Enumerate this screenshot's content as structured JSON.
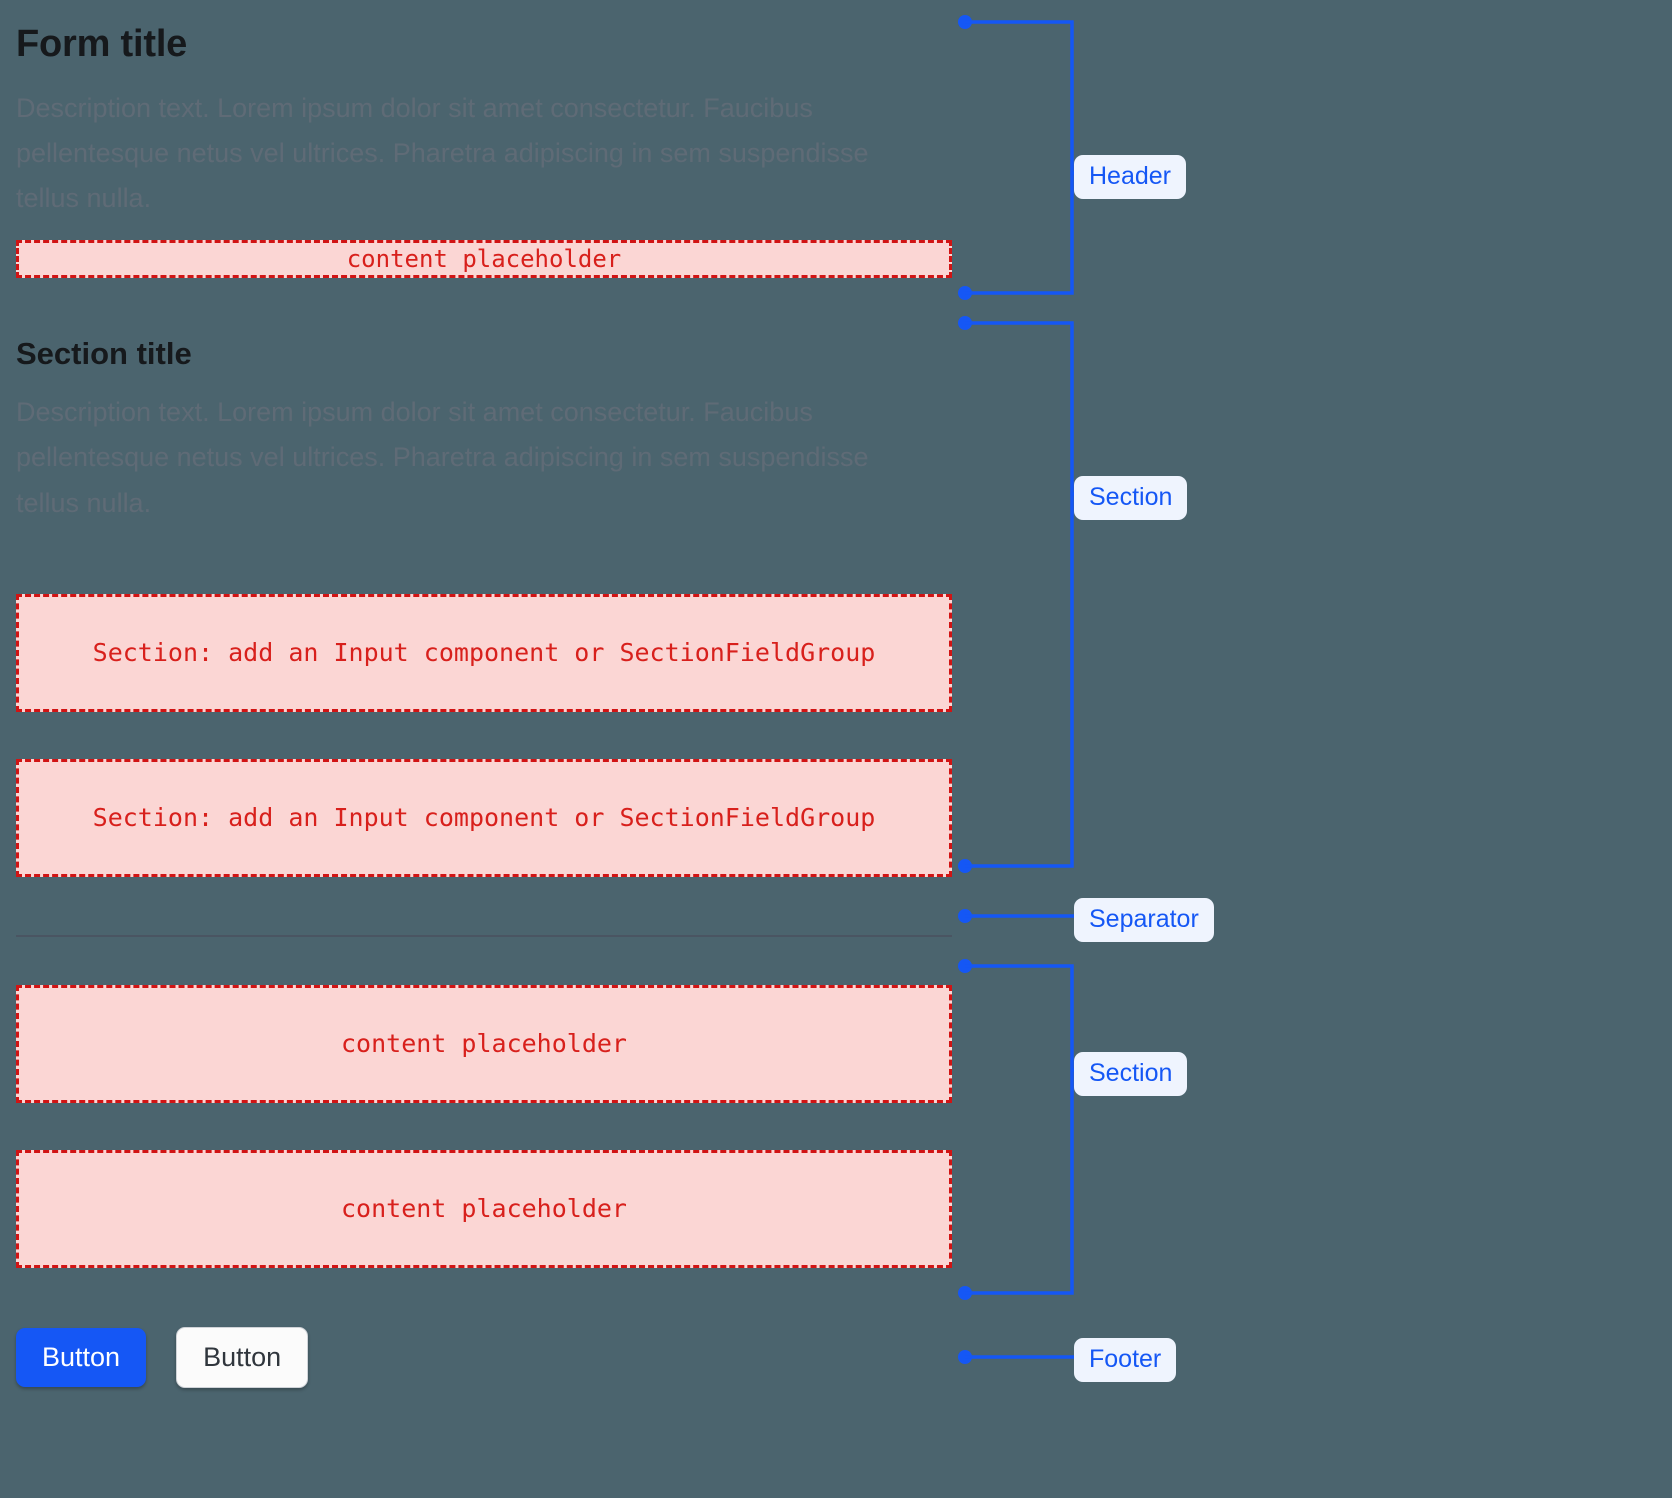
{
  "page": {
    "background_color": "#4b646e",
    "accent_color": "#1557f5",
    "placeholder_color": "#d8201c",
    "placeholder_fill": "#fbd6d4"
  },
  "header": {
    "title": "Form title",
    "description": "Description text. Lorem ipsum dolor sit amet consectetur. Faucibus pellentesque netus vel ultrices. Pharetra adipiscing in sem suspendisse tellus nulla.",
    "placeholder": "content placeholder"
  },
  "section_one": {
    "title": "Section title",
    "description": "Description text. Lorem ipsum dolor sit amet consectetur. Faucibus pellentesque netus vel ultrices. Pharetra adipiscing in sem suspendisse tellus nulla.",
    "field_placeholder_1": "Section: add an Input component or SectionFieldGroup",
    "field_placeholder_2": "Section: add an Input component or SectionFieldGroup"
  },
  "section_two": {
    "placeholder_1": "content placeholder",
    "placeholder_2": "content placeholder"
  },
  "footer": {
    "primary_button": "Button",
    "secondary_button": "Button"
  },
  "annotations": [
    {
      "label": "Header",
      "kind": "bracket"
    },
    {
      "label": "Section",
      "kind": "bracket"
    },
    {
      "label": "Separator",
      "kind": "line"
    },
    {
      "label": "Section",
      "kind": "bracket"
    },
    {
      "label": "Footer",
      "kind": "line"
    }
  ]
}
